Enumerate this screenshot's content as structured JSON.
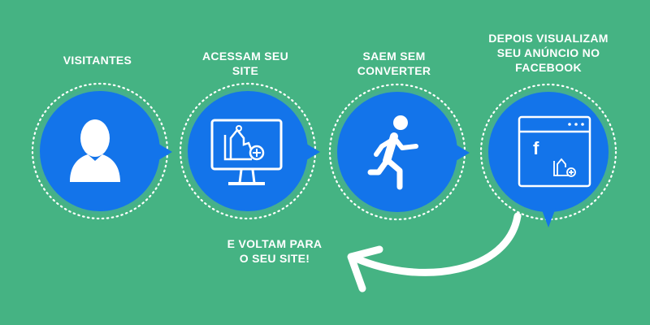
{
  "colors": {
    "background": "#45b383",
    "circle_fill": "#1374ea",
    "icon_white": "#ffffff"
  },
  "steps": [
    {
      "label": "VISITANTES",
      "icon": "user-icon"
    },
    {
      "label": "ACESSAM SEU\nSITE",
      "icon": "desktop-store-icon"
    },
    {
      "label": "SAEM SEM\nCONVERTER",
      "icon": "running-person-icon"
    },
    {
      "label": "DEPOIS VISUALIZAM\nSEU ANÚNCIO NO\nFACEBOOK",
      "icon": "browser-facebook-ad-icon"
    }
  ],
  "return_label": "E VOLTAM PARA\nO SEU SITE!",
  "facebook_glyph": "f"
}
